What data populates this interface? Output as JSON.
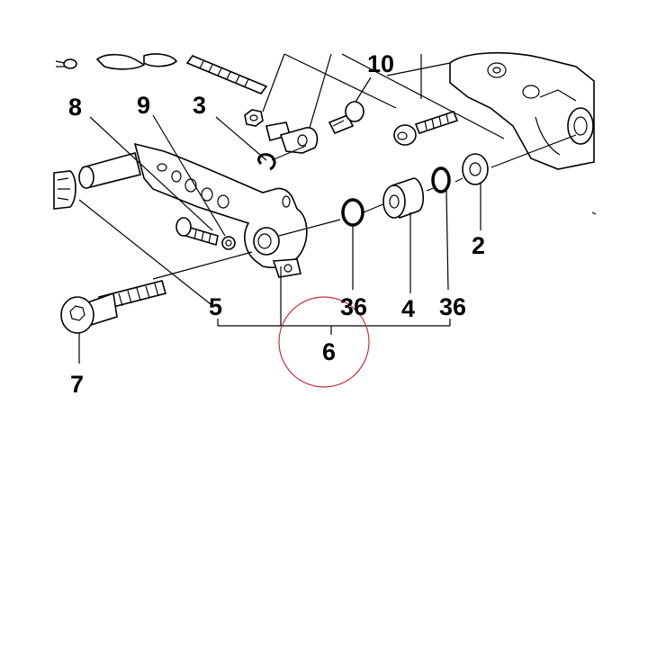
{
  "callouts": {
    "c10": "10",
    "c8": "8",
    "c9": "9",
    "c3": "3",
    "c2": "2",
    "c5": "5",
    "c36a": "36",
    "c4": "4",
    "c36b": "36",
    "c6": "6",
    "c7": "7"
  },
  "colors": {
    "ink": "#000000",
    "highlight_circle": "#c8323c",
    "background": "#ffffff"
  }
}
